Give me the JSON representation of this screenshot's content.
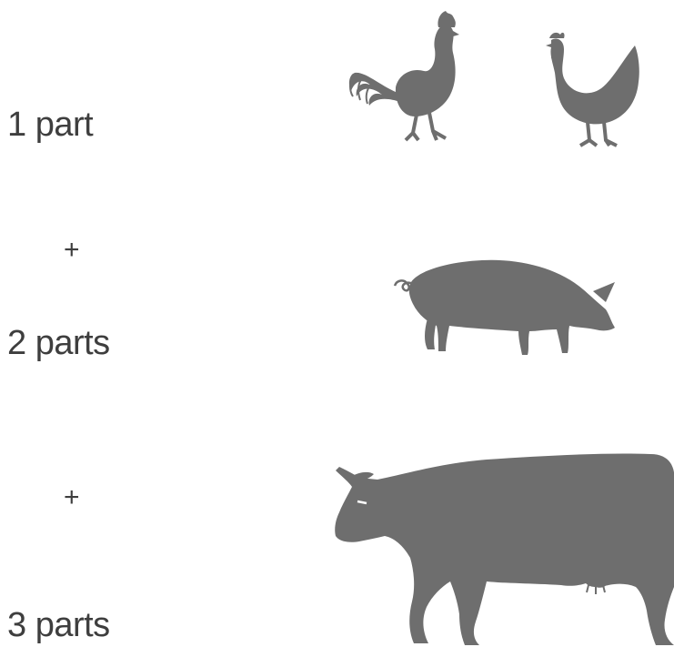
{
  "rows": [
    {
      "label": "1 part",
      "animals": [
        "rooster-icon",
        "hen-icon"
      ]
    },
    {
      "operator": "+"
    },
    {
      "label": "2 parts",
      "animals": [
        "pig-icon"
      ]
    },
    {
      "operator": "+"
    },
    {
      "label": "3 parts",
      "animals": [
        "cow-icon"
      ]
    }
  ],
  "colors": {
    "text": "#3e3e3e",
    "silhouette": "#6e6e6e",
    "background": "#ffffff"
  }
}
